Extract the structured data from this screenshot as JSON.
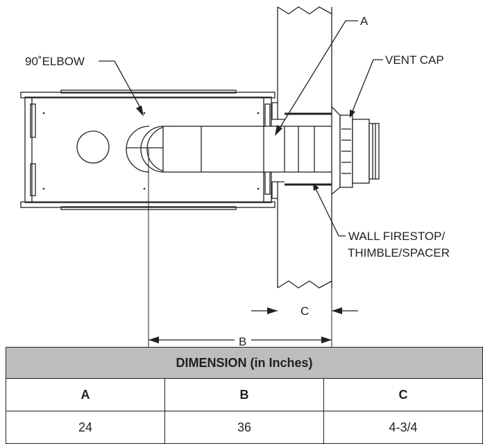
{
  "labels": {
    "elbow": "90˚ELBOW",
    "a": "A",
    "vent_cap": "VENT CAP",
    "firestop_line1": "WALL FIRESTOP/",
    "firestop_line2": "THIMBLE/SPACER",
    "dim_c": "C",
    "dim_b": "B"
  },
  "table": {
    "title": "DIMENSION (in Inches)",
    "headers": [
      "A",
      "B",
      "C"
    ],
    "values": [
      "24",
      "36",
      "4-3/4"
    ]
  }
}
